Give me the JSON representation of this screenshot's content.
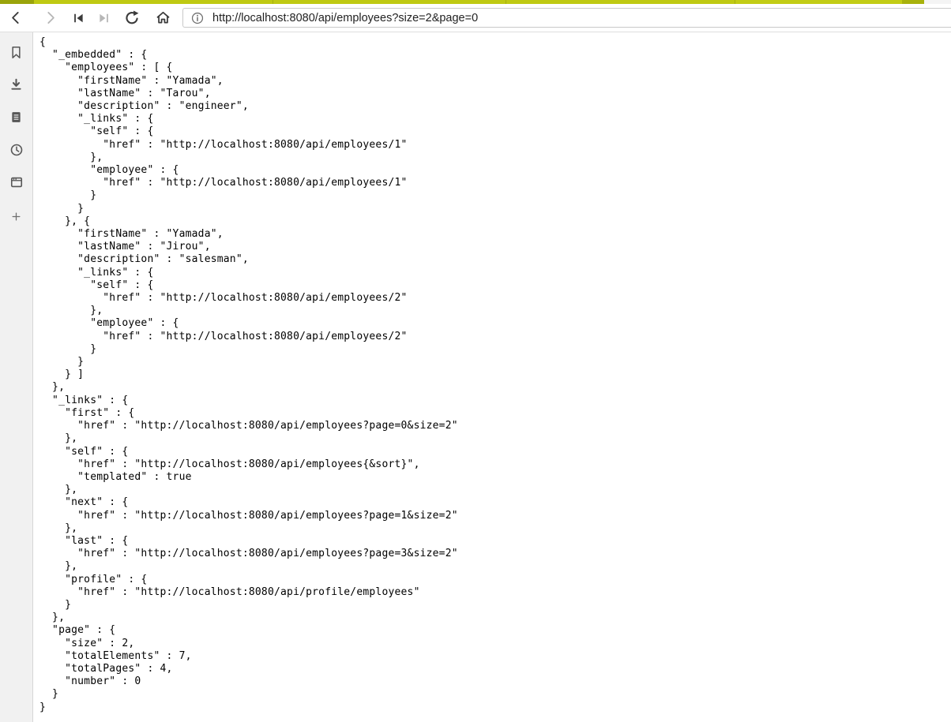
{
  "theme": {
    "tab_strip_active_color": "#9aa40b",
    "tab_strip_color": "#bfc913",
    "sidebar_bg": "#f1f1f1",
    "toolbar_bg": "#ffffff",
    "text_color": "#000000"
  },
  "toolbar": {
    "buttons": [
      {
        "name": "back",
        "icon": "chevron-left-icon",
        "enabled": true
      },
      {
        "name": "forward",
        "icon": "chevron-right-icon",
        "enabled": false
      },
      {
        "name": "rewind",
        "icon": "skip-to-start-icon",
        "enabled": true
      },
      {
        "name": "fast-forward",
        "icon": "skip-to-end-icon",
        "enabled": false
      },
      {
        "name": "reload",
        "icon": "reload-circular-arrow-icon",
        "enabled": true
      },
      {
        "name": "home",
        "icon": "home-house-icon",
        "enabled": true
      }
    ],
    "address_bar": {
      "security_icon": "info-circle-icon",
      "url": "http://localhost:8080/api/employees?size=2&page=0"
    }
  },
  "sidebar": {
    "icons": [
      {
        "name": "bookmarks",
        "icon": "bookmark-icon"
      },
      {
        "name": "downloads",
        "icon": "download-arrow-icon"
      },
      {
        "name": "notes",
        "icon": "note-document-icon"
      },
      {
        "name": "history",
        "icon": "clock-icon"
      },
      {
        "name": "windows",
        "icon": "window-panel-icon"
      },
      {
        "name": "add-panel",
        "icon": "plus-icon"
      }
    ]
  },
  "content": {
    "type": "raw-json-api-response",
    "page_info": {
      "size": 2,
      "totalElements": 7,
      "totalPages": 4,
      "number": 0
    },
    "employees": [
      {
        "firstName": "Yamada",
        "lastName": "Tarou",
        "description": "engineer",
        "self_href": "http://localhost:8080/api/employees/1"
      },
      {
        "firstName": "Yamada",
        "lastName": "Jirou",
        "description": "salesman",
        "self_href": "http://localhost:8080/api/employees/2"
      }
    ],
    "lines": [
      "{",
      "  \"_embedded\" : {",
      "    \"employees\" : [ {",
      "      \"firstName\" : \"Yamada\",",
      "      \"lastName\" : \"Tarou\",",
      "      \"description\" : \"engineer\",",
      "      \"_links\" : {",
      "        \"self\" : {",
      "          \"href\" : \"http://localhost:8080/api/employees/1\"",
      "        },",
      "        \"employee\" : {",
      "          \"href\" : \"http://localhost:8080/api/employees/1\"",
      "        }",
      "      }",
      "    }, {",
      "      \"firstName\" : \"Yamada\",",
      "      \"lastName\" : \"Jirou\",",
      "      \"description\" : \"salesman\",",
      "      \"_links\" : {",
      "        \"self\" : {",
      "          \"href\" : \"http://localhost:8080/api/employees/2\"",
      "        },",
      "        \"employee\" : {",
      "          \"href\" : \"http://localhost:8080/api/employees/2\"",
      "        }",
      "      }",
      "    } ]",
      "  },",
      "  \"_links\" : {",
      "    \"first\" : {",
      "      \"href\" : \"http://localhost:8080/api/employees?page=0&size=2\"",
      "    },",
      "    \"self\" : {",
      "      \"href\" : \"http://localhost:8080/api/employees{&sort}\",",
      "      \"templated\" : true",
      "    },",
      "    \"next\" : {",
      "      \"href\" : \"http://localhost:8080/api/employees?page=1&size=2\"",
      "    },",
      "    \"last\" : {",
      "      \"href\" : \"http://localhost:8080/api/employees?page=3&size=2\"",
      "    },",
      "    \"profile\" : {",
      "      \"href\" : \"http://localhost:8080/api/profile/employees\"",
      "    }",
      "  },",
      "  \"page\" : {",
      "    \"size\" : 2,",
      "    \"totalElements\" : 7,",
      "    \"totalPages\" : 4,",
      "    \"number\" : 0",
      "  }",
      "}"
    ]
  }
}
